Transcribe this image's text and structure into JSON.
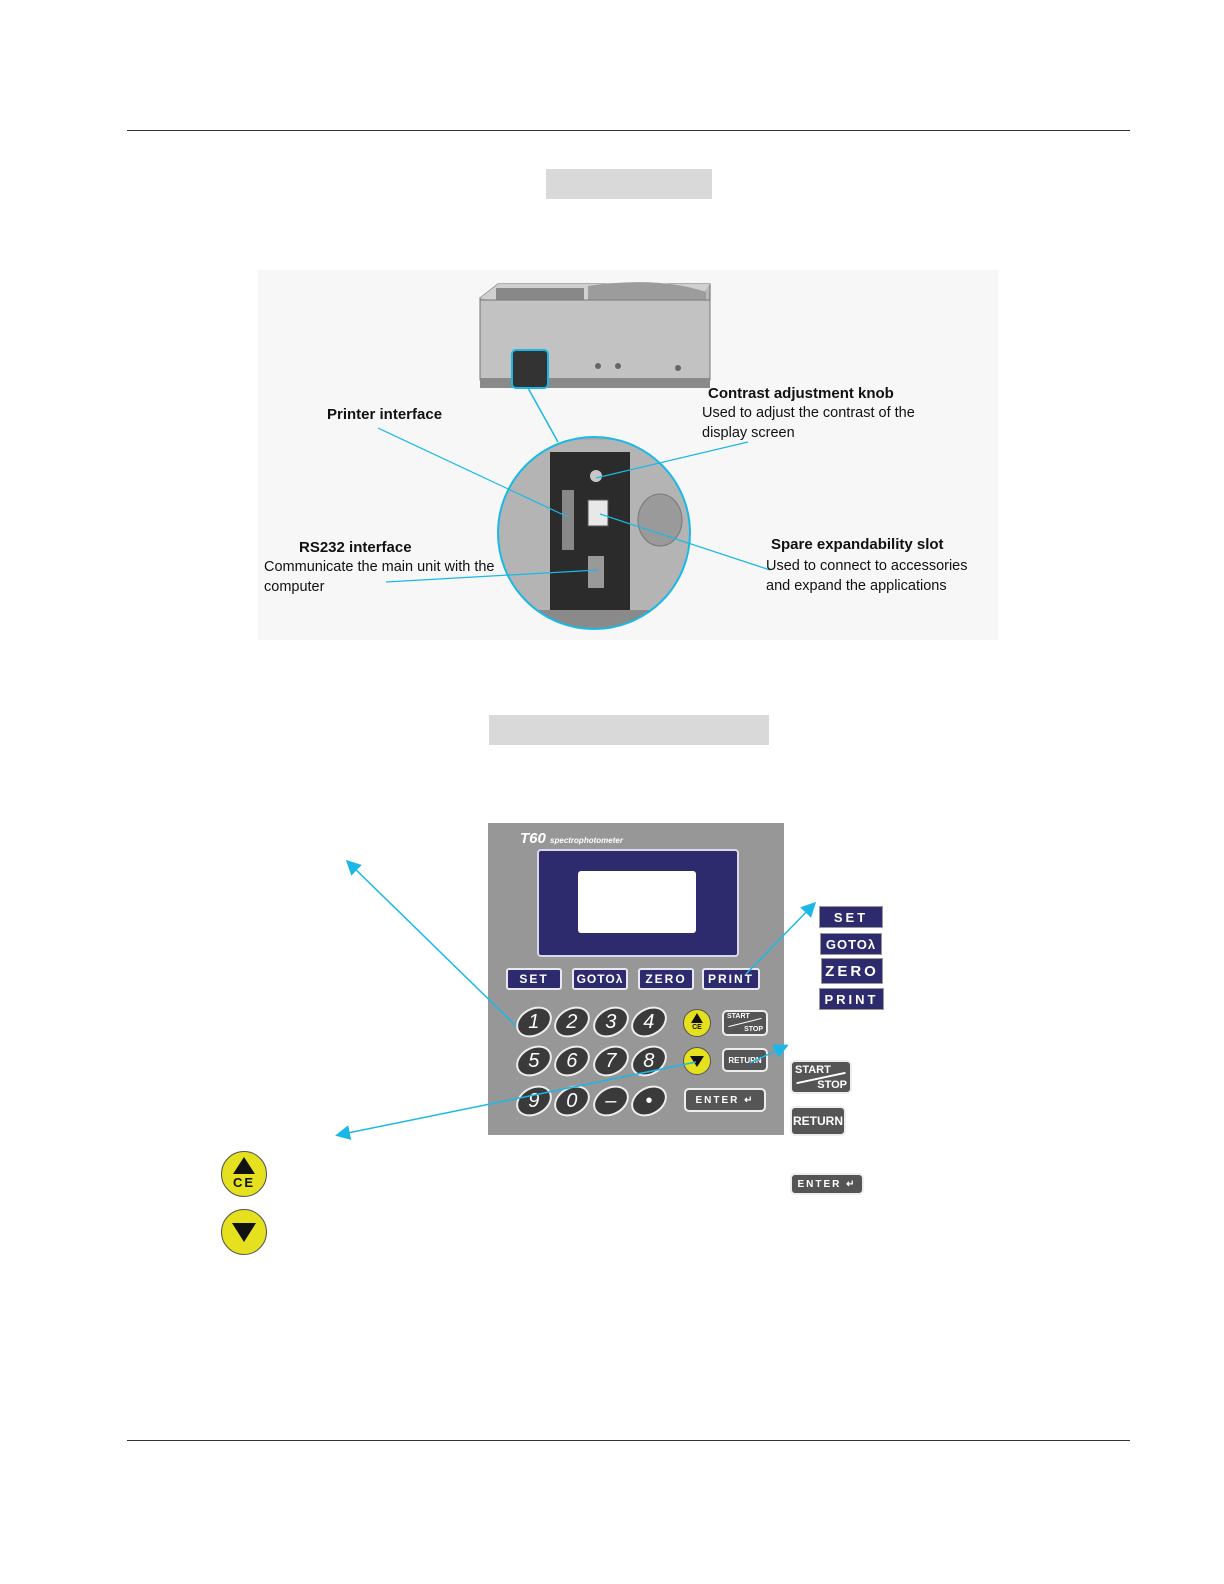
{
  "rear_panel": {
    "printer_title": "Printer interface",
    "contrast_title": "Contrast adjustment knob",
    "contrast_desc": "Used to adjust the contrast of the display screen",
    "rs232_title": "RS232 interface",
    "rs232_desc": "Communicate the main unit with the computer",
    "slot_title": "Spare expandability slot",
    "slot_desc": "Used to connect to accessories and expand the applications"
  },
  "keypad": {
    "model": "T60",
    "model_suffix": "spectrophotometer",
    "function_keys": [
      "SET",
      "GOTOλ",
      "ZERO",
      "PRINT"
    ],
    "digits_row1": [
      "1",
      "2",
      "3",
      "4"
    ],
    "digits_row2": [
      "5",
      "6",
      "7",
      "8"
    ],
    "digits_row3": [
      "9",
      "0",
      "–",
      "•"
    ],
    "ce_label": "CE",
    "start_label": "START",
    "stop_label": "STOP",
    "return_label": "RETURN",
    "enter_label": "ENTER ↵"
  },
  "legend": {
    "function_keys": [
      "SET",
      "GOTOλ",
      "ZERO",
      "PRINT"
    ],
    "start_label": "START",
    "stop_label": "STOP",
    "return_label": "RETURN",
    "enter_label": "ENTER ↵",
    "ce_label": "CE"
  },
  "colors": {
    "key_navy": "#2e2a6e",
    "arrow_cyan": "#1ab8e6",
    "yellow_key": "#e6e11e",
    "panel_grey": "#979797"
  }
}
